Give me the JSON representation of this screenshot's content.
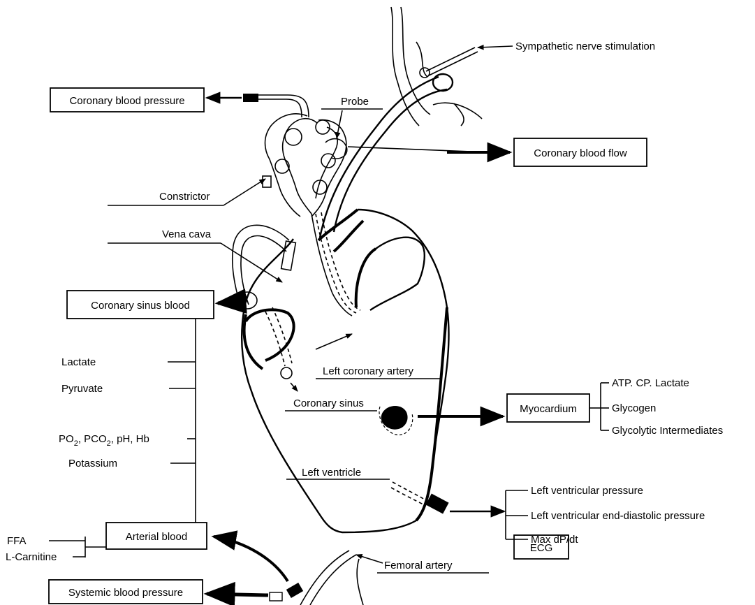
{
  "boxes": {
    "coronary_blood_pressure": "Coronary blood pressure",
    "coronary_blood_flow": "Coronary blood flow",
    "coronary_sinus_blood": "Coronary sinus blood",
    "myocardium": "Myocardium",
    "arterial_blood": "Arterial blood",
    "systemic_blood_pressure": "Systemic blood pressure",
    "ecg": "ECG"
  },
  "labels": {
    "sympathetic": "Sympathetic nerve stimulation",
    "probe": "Probe",
    "constrictor": "Constrictor",
    "vena_cava": "Vena cava",
    "left_coronary_artery": "Left coronary artery",
    "coronary_sinus": "Coronary sinus",
    "left_ventricle": "Left ventricle",
    "femoral_artery": "Femoral artery"
  },
  "sinus_blood_measures": {
    "lactate": "Lactate",
    "pyruvate": "Pyruvate",
    "po2": "PO",
    "po2_sub": "2",
    "pco2": ", PCO",
    "pco2_sub": "2",
    "ph_hb": ", pH, Hb",
    "potassium": "Potassium"
  },
  "arterial_measures": {
    "ffa": "FFA",
    "carnitine": "L-Carnitine"
  },
  "myocardium_measures": {
    "atp": "ATP. CP. Lactate",
    "glycogen": "Glycogen",
    "glycolytic": "Glycolytic Intermediates"
  },
  "lv_measures": {
    "lvp": "Left ventricular pressure",
    "lvedp": "Left ventricular end-diastolic pressure",
    "maxdpdt": "Max dP/dt"
  }
}
